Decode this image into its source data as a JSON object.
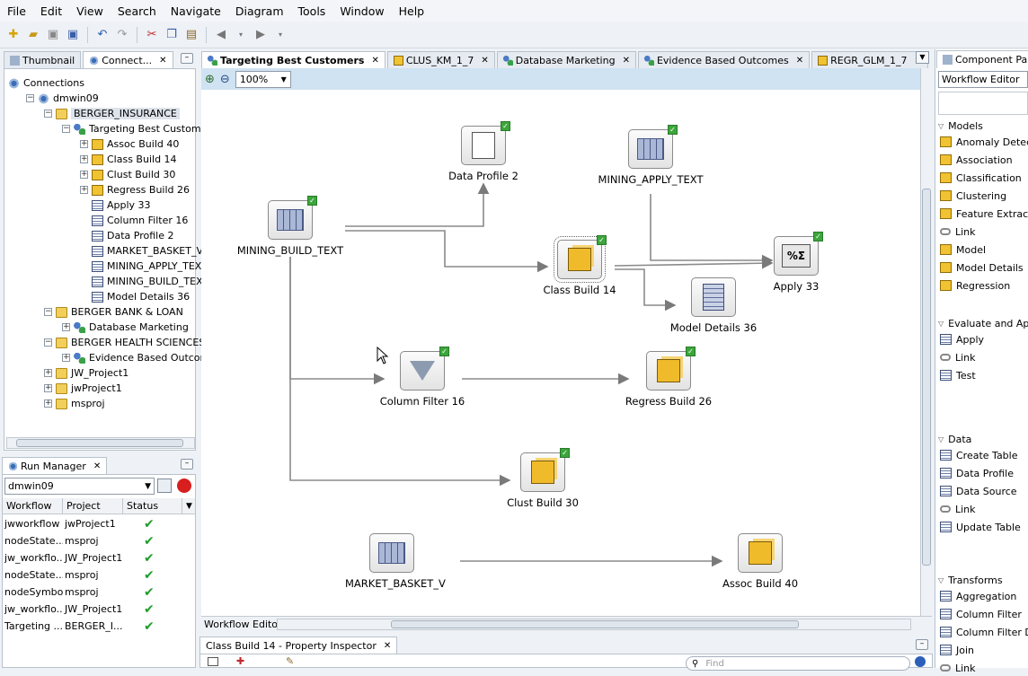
{
  "menu": [
    "File",
    "Edit",
    "View",
    "Search",
    "Navigate",
    "Diagram",
    "Tools",
    "Window",
    "Help"
  ],
  "left_tabs": {
    "thumbnail": "Thumbnail",
    "connections": "Connect..."
  },
  "tree": [
    {
      "label": "Connections",
      "level": 0,
      "icon": "connections-icon",
      "expander": ""
    },
    {
      "label": "dmwin09",
      "level": 1,
      "icon": "connection-icon",
      "expander": "-"
    },
    {
      "label": "BERGER_INSURANCE",
      "level": 2,
      "icon": "project-icon",
      "expander": "-",
      "selected": true
    },
    {
      "label": "Targeting Best Customers",
      "level": 3,
      "icon": "workflow-icon",
      "expander": "-"
    },
    {
      "label": "Assoc Build 40",
      "level": 4,
      "icon": "model-icon",
      "expander": "+"
    },
    {
      "label": "Class Build 14",
      "level": 4,
      "icon": "model-icon",
      "expander": "+"
    },
    {
      "label": "Clust Build 30",
      "level": 4,
      "icon": "model-icon",
      "expander": "+"
    },
    {
      "label": "Regress Build 26",
      "level": 4,
      "icon": "model-icon",
      "expander": "+"
    },
    {
      "label": "Apply 33",
      "level": 4,
      "icon": "apply-icon",
      "expander": ""
    },
    {
      "label": "Column Filter 16",
      "level": 4,
      "icon": "table-icon",
      "expander": ""
    },
    {
      "label": "Data Profile 2",
      "level": 4,
      "icon": "table-icon",
      "expander": ""
    },
    {
      "label": "MARKET_BASKET_V",
      "level": 4,
      "icon": "table-icon",
      "expander": ""
    },
    {
      "label": "MINING_APPLY_TEXT",
      "level": 4,
      "icon": "table-icon",
      "expander": ""
    },
    {
      "label": "MINING_BUILD_TEXT",
      "level": 4,
      "icon": "table-icon",
      "expander": ""
    },
    {
      "label": "Model Details 36",
      "level": 4,
      "icon": "table-icon",
      "expander": ""
    },
    {
      "label": "BERGER BANK & LOAN",
      "level": 2,
      "icon": "project-icon",
      "expander": "-"
    },
    {
      "label": "Database Marketing",
      "level": 3,
      "icon": "workflow-icon",
      "expander": "+"
    },
    {
      "label": "BERGER HEALTH SCIENCES",
      "level": 2,
      "icon": "project-icon",
      "expander": "-"
    },
    {
      "label": "Evidence Based Outcomes",
      "level": 3,
      "icon": "workflow-icon",
      "expander": "+"
    },
    {
      "label": "JW_Project1",
      "level": 2,
      "icon": "project-icon",
      "expander": "+"
    },
    {
      "label": "jwProject1",
      "level": 2,
      "icon": "project-icon",
      "expander": "+"
    },
    {
      "label": "msproj",
      "level": 2,
      "icon": "project-icon",
      "expander": "+"
    }
  ],
  "run_manager": {
    "title": "Run Manager",
    "connection": "dmwin09",
    "columns": [
      "Workflow",
      "Project",
      "Status"
    ],
    "rows": [
      {
        "workflow": "jwworkflow",
        "project": "jwProject1"
      },
      {
        "workflow": "nodeState...",
        "project": "msproj"
      },
      {
        "workflow": "jw_workflo...",
        "project": "JW_Project1"
      },
      {
        "workflow": "nodeState...",
        "project": "msproj"
      },
      {
        "workflow": "nodeSymbols",
        "project": "msproj"
      },
      {
        "workflow": "jw_workflo...",
        "project": "JW_Project1"
      },
      {
        "workflow": "Targeting ...",
        "project": "BERGER_I..."
      }
    ]
  },
  "editor_tabs": [
    {
      "label": "Targeting Best Customers",
      "active": true
    },
    {
      "label": "CLUS_KM_1_7",
      "active": false
    },
    {
      "label": "Database Marketing",
      "active": false
    },
    {
      "label": "Evidence Based Outcomes",
      "active": false
    },
    {
      "label": "REGR_GLM_1_7",
      "active": false
    }
  ],
  "zoom": "100%",
  "nodes": {
    "data_profile": "Data Profile 2",
    "mining_apply": "MINING_APPLY_TEXT",
    "mining_build": "MINING_BUILD_TEXT",
    "class_build": "Class Build 14",
    "apply": "Apply 33",
    "model_details": "Model Details 36",
    "column_filter": "Column Filter 16",
    "regress_build": "Regress Build 26",
    "clust_build": "Clust Build 30",
    "market_basket": "MARKET_BASKET_V",
    "assoc_build": "Assoc Build 40"
  },
  "editor_bottom_tab": "Workflow Editor",
  "property_inspector": {
    "title": "Class Build 14 - Property Inspector",
    "find_placeholder": "Find"
  },
  "palette": {
    "tab": "Component Palette",
    "combo": "Workflow Editor",
    "sections": [
      {
        "title": "Models",
        "items": [
          "Anomaly Detection",
          "Association",
          "Classification",
          "Clustering",
          "Feature Extraction",
          "Link",
          "Model",
          "Model Details",
          "Regression"
        ]
      },
      {
        "title": "Evaluate and Apply",
        "items": [
          "Apply",
          "Link",
          "Test"
        ]
      },
      {
        "title": "Data",
        "items": [
          "Create Table",
          "Data Profile",
          "Data Source",
          "Link",
          "Update Table"
        ]
      },
      {
        "title": "Transforms",
        "items": [
          "Aggregation",
          "Column Filter",
          "Column Filter Details",
          "Join",
          "Link"
        ]
      }
    ]
  },
  "colors": {
    "accent_green": "#3ca63c",
    "model_orange": "#f0bb2b",
    "record_red": "#d81e1e"
  }
}
